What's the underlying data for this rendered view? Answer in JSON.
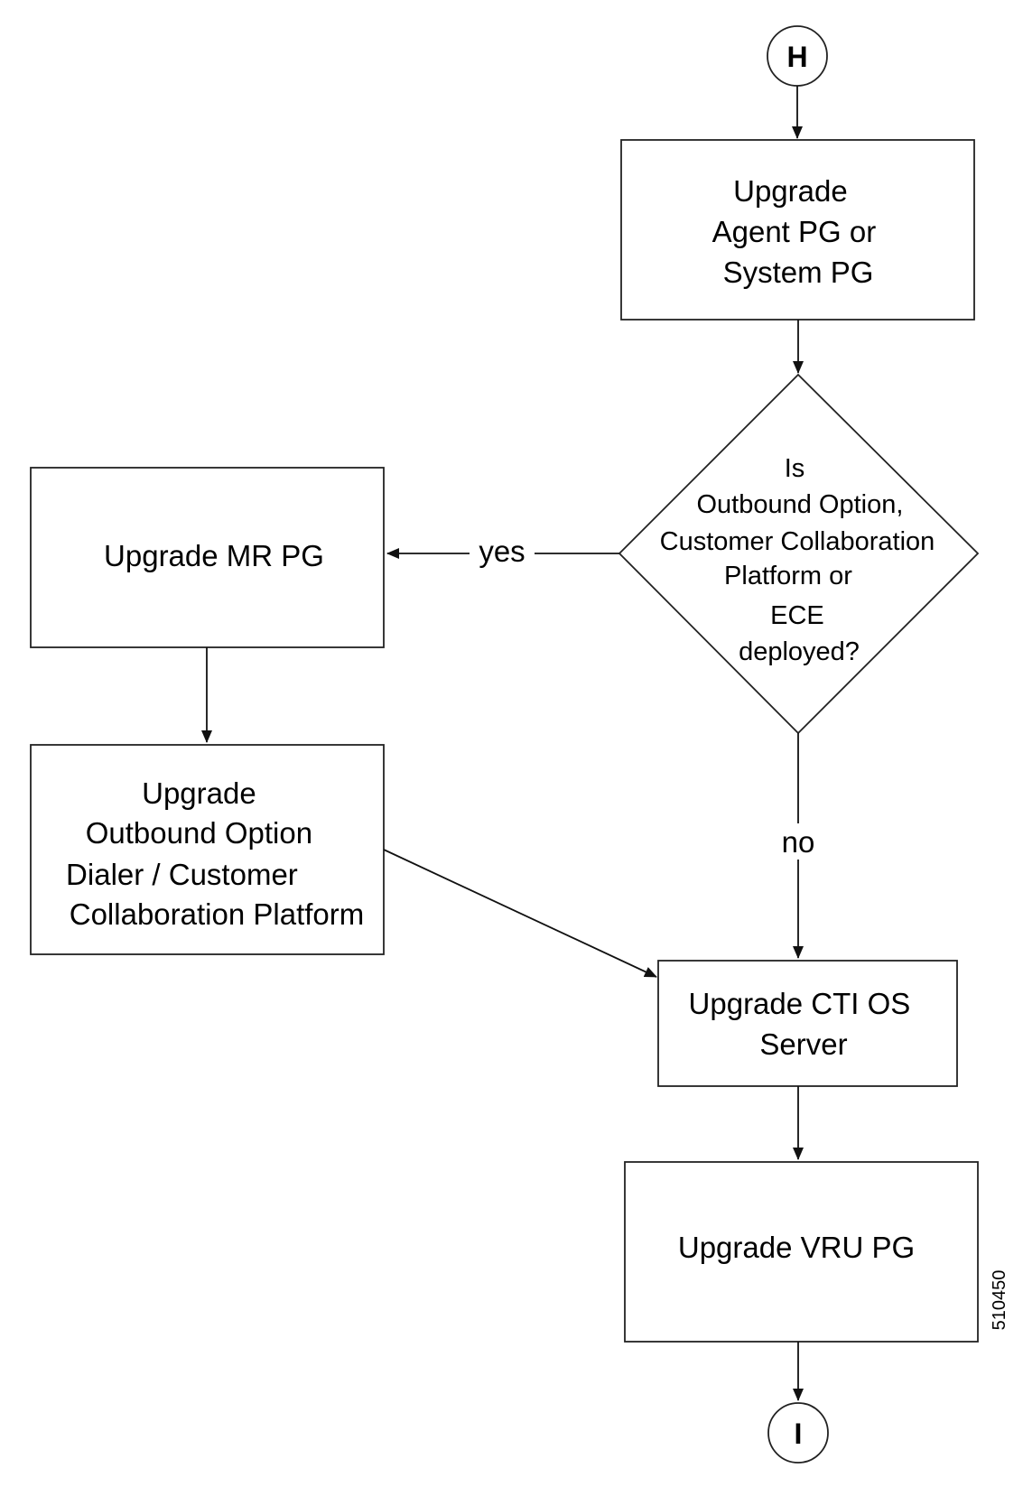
{
  "connectors": {
    "start": "H",
    "end": "I"
  },
  "nodes": {
    "upgrade_agent_pg": [
      "Upgrade",
      "Agent PG or",
      "System PG"
    ],
    "decision": [
      "Is",
      "Outbound Option,",
      "Customer Collaboration",
      "Platform or",
      "ECE",
      "deployed?"
    ],
    "upgrade_mr_pg": [
      "Upgrade MR PG"
    ],
    "upgrade_outbound_dialer": [
      "Upgrade",
      "Outbound Option",
      "Dialer / Customer",
      "Collaboration Platform"
    ],
    "upgrade_cti_os": [
      "Upgrade CTI OS",
      "Server"
    ],
    "upgrade_vru_pg": [
      "Upgrade VRU PG"
    ]
  },
  "edges": {
    "yes_label": "yes",
    "no_label": "no"
  },
  "figure_id": "510450"
}
